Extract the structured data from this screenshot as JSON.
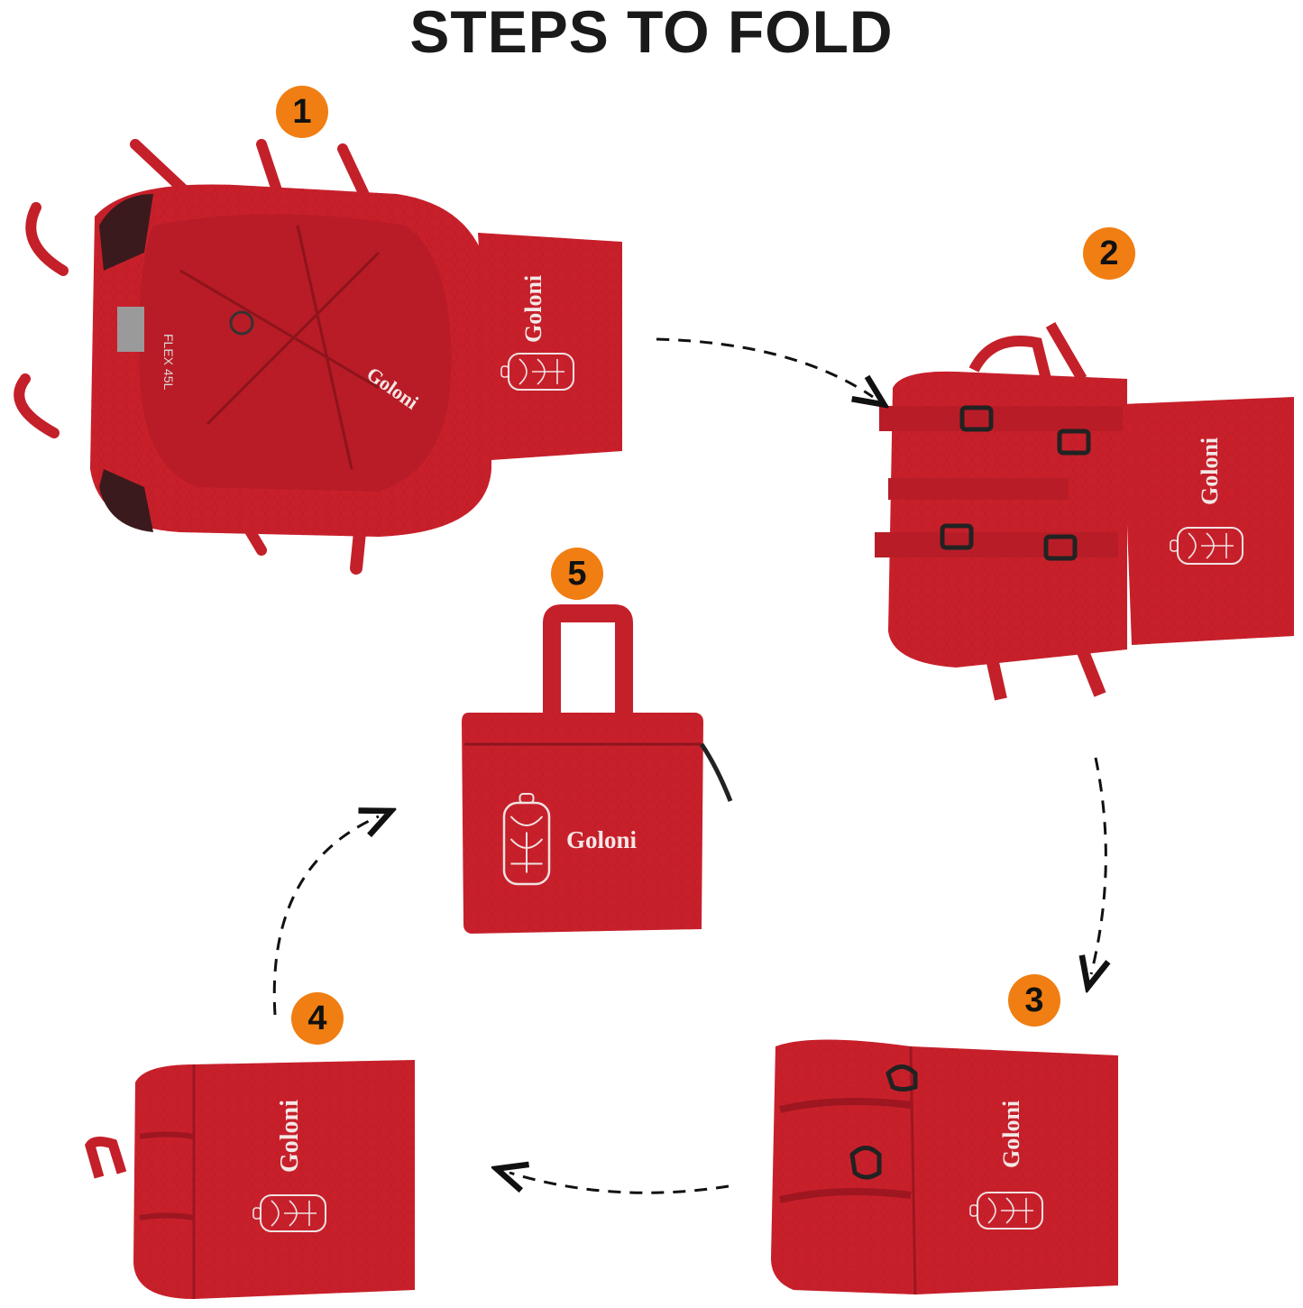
{
  "title": "STEPS TO FOLD",
  "steps": [
    {
      "number": "1",
      "brand": "Goloni",
      "pocket_brand": "Goloni",
      "tag": "FLEX 45L"
    },
    {
      "number": "2",
      "brand": "Goloni"
    },
    {
      "number": "3",
      "brand": "Goloni"
    },
    {
      "number": "4",
      "brand": "Goloni"
    },
    {
      "number": "5",
      "brand": "Goloni"
    }
  ],
  "colors": {
    "badge": "#f07e12",
    "bag": "#c8202b",
    "bag_dark": "#9e1620",
    "arrow": "#111111"
  },
  "icons": [
    "backpack-outline-icon",
    "dashed-arrow-icon"
  ]
}
